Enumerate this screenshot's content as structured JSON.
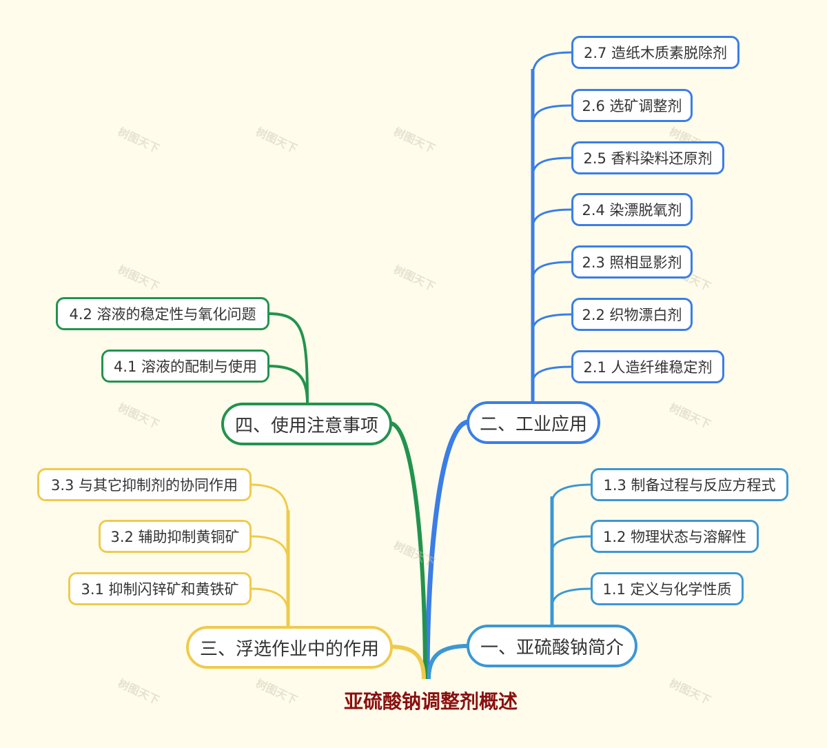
{
  "root": {
    "title": "亚硫酸钠调整剂概述"
  },
  "branches": {
    "b1": {
      "label": "一、亚硫酸钠简介",
      "children": [
        "1.3 制备过程与反应方程式",
        "1.2 物理状态与溶解性",
        "1.1 定义与化学性质"
      ]
    },
    "b2": {
      "label": "二、工业应用",
      "children": [
        "2.7 造纸木质素脱除剂",
        "2.6 选矿调整剂",
        "2.5 香料染料还原剂",
        "2.4 染漂脱氧剂",
        "2.3 照相显影剂",
        "2.2 织物漂白剂",
        "2.1 人造纤维稳定剂"
      ]
    },
    "b3": {
      "label": "三、浮选作业中的作用",
      "children": [
        "3.3 与其它抑制剂的协同作用",
        "3.2 辅助抑制黄铜矿",
        "3.1 抑制闪锌矿和黄铁矿"
      ]
    },
    "b4": {
      "label": "四、使用注意事项",
      "children": [
        "4.2 溶液的稳定性与氧化问题",
        "4.1 溶液的配制与使用"
      ]
    }
  },
  "colors": {
    "b1": "#3C97D3",
    "b2": "#3A7EE6",
    "b3": "#EFCB4C",
    "b4": "#22934D",
    "root_text": "#8B0F0F",
    "background": "#FFFCEB"
  },
  "watermark": "树图天下"
}
